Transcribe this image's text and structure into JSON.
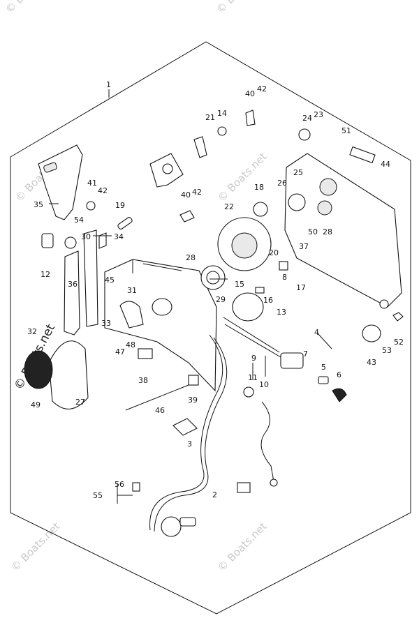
{
  "watermarks": {
    "corner": "© Boats.net",
    "main": "© Boats.net"
  },
  "parts": {
    "p1": "1",
    "p2": "2",
    "p3": "3",
    "p4": "4",
    "p5": "5",
    "p6": "6",
    "p7": "7",
    "p8": "8",
    "p9": "9",
    "p10": "10",
    "p11": "11",
    "p12": "12",
    "p13": "13",
    "p14": "14",
    "p15": "15",
    "p16": "16",
    "p17": "17",
    "p18": "18",
    "p19": "19",
    "p20": "20",
    "p21": "21",
    "p22": "22",
    "p23": "23",
    "p24": "24",
    "p25": "25",
    "p26": "26",
    "p27": "27",
    "p28a": "28",
    "p28b": "28",
    "p29": "29",
    "p30": "30",
    "p31": "31",
    "p32": "32",
    "p33": "33",
    "p34": "34",
    "p35": "35",
    "p36": "36",
    "p37": "37",
    "p38": "38",
    "p39": "39",
    "p40a": "40",
    "p40b": "40",
    "p41": "41",
    "p42a": "42",
    "p42b": "42",
    "p42c": "42",
    "p43": "43",
    "p44": "44",
    "p45": "45",
    "p46": "46",
    "p47": "47",
    "p48": "48",
    "p49": "49",
    "p50": "50",
    "p51": "51",
    "p52": "52",
    "p53": "53",
    "p54": "54",
    "p55": "55",
    "p56": "56"
  }
}
